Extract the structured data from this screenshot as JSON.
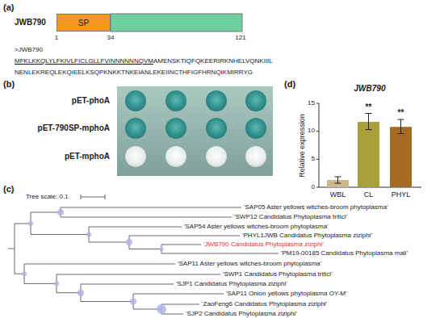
{
  "diagram": {
    "nodes": [
      {
        "text": [
          "SP"
        ]
      }
    ],
    "labels": [
      "(a)",
      "JWB790",
      "1",
      "34",
      "121",
      ">JWB790",
      "MFKLKKQLYLFKIVLFICLGLLFVINNNNNNQVM",
      "AMENSKTIQFQKEERIRKNHELVQNKIIIL",
      "NENLEKREQLEKQIEELKSQPKNKKTNKEIANLEKEIINCTHFIGFHRNQIKMIRRYG",
      "(b)",
      "pET-phoA",
      "pET-790SP-mphoA",
      "pET-mphoA",
      "(d)",
      "JWB790",
      "Relative expression",
      "0",
      "5",
      "10",
      "15",
      "WBL",
      "CL",
      "PHYL",
      "**",
      "**",
      "(c)",
      "Tree scale: 0.1",
      "'SAP05 Aster yellows witches-broom phytoplasma'",
      "'SWP12 Candidatus Phytoplasma tritici'",
      "'SAP54 Aster yellows witches-broom phytoplasma'",
      "'PHYL1JWB Candidatus Phytoplasma ziziphi'",
      "'JWB790 Candidatus Phytoplasma ziziphi'",
      "'PM19-00185 Candidatus Phytoplasma mali'",
      "'SAP11 Aster yellows witches-broom phytoplasma'",
      "'SWP1 Candidatus Phytoplasma tritici'",
      "'SJP1 Candidatus Phytoplasma ziziphi'",
      "'SAP11 Onion yellows phytoplasma OY-M'",
      "'ZaoFeng6 Candidatus Phytoplasma ziziphi'",
      "'SJP2 Candidatus Phytoplasma ziziphi'"
    ]
  }
}
